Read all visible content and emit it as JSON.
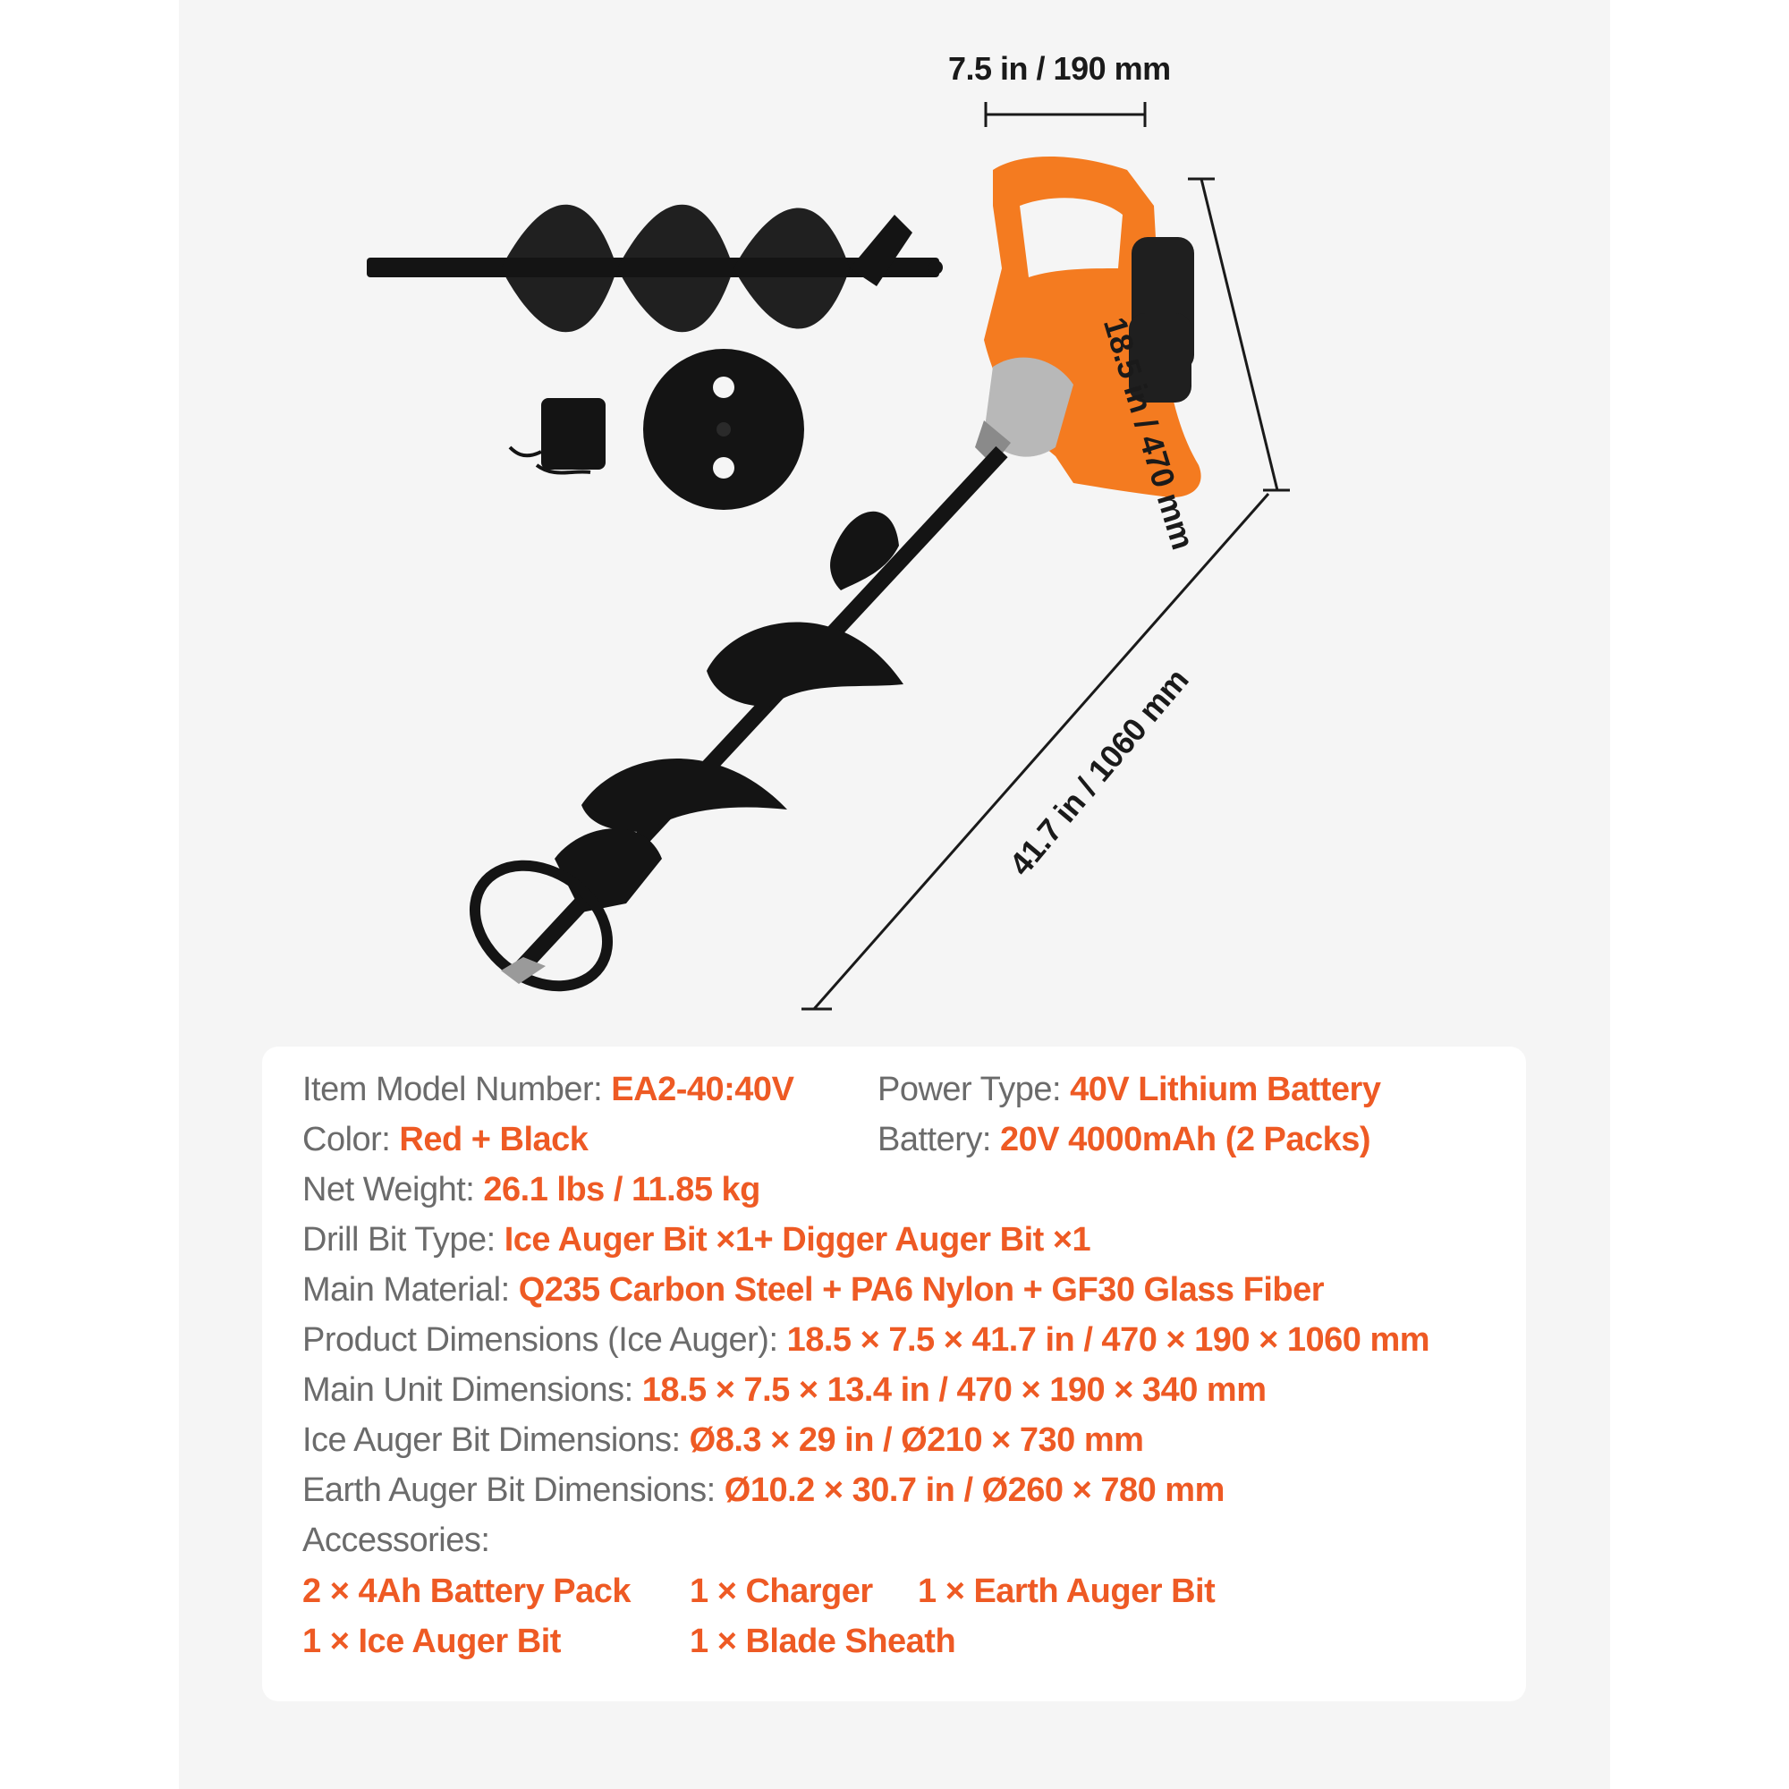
{
  "dimensions": {
    "width_label": "7.5 in / 190 mm",
    "height_label": "18.5 in / 470 mm",
    "length_label": "41.7 in / 1060 mm"
  },
  "specs": [
    {
      "label": "Item Model Number: ",
      "value": "EA2-40:40V"
    },
    {
      "label": "Power Type: ",
      "value": "40V Lithium Battery"
    },
    {
      "label": "Color: ",
      "value": "Red + Black"
    },
    {
      "label": "Battery: ",
      "value": "20V 4000mAh (2 Packs)"
    },
    {
      "label": "Net Weight: ",
      "value": "26.1 lbs / 11.85 kg"
    },
    {
      "label": "Drill Bit Type: ",
      "value": "Ice Auger Bit ×1+ Digger Auger Bit ×1"
    },
    {
      "label": "Main Material: ",
      "value": "Q235 Carbon Steel + PA6 Nylon + GF30 Glass Fiber"
    },
    {
      "label": "Product Dimensions (Ice Auger): ",
      "value": "18.5 × 7.5 × 41.7 in / 470 × 190 × 1060 mm"
    },
    {
      "label": "Main Unit Dimensions: ",
      "value": "18.5 × 7.5 × 13.4 in / 470 × 190 × 340 mm"
    },
    {
      "label": "Ice Auger Bit Dimensions: ",
      "value": "Ø8.3 × 29 in / Ø210 × 730 mm"
    },
    {
      "label": "Earth Auger Bit Dimensions: ",
      "value": "Ø10.2 × 30.7 in / Ø260 × 780 mm"
    }
  ],
  "accessories_label": "Accessories:",
  "accessories": [
    "2 × 4Ah Battery Pack",
    "1 × Charger",
    "1 × Earth Auger Bit",
    "1 × Ice Auger Bit",
    "1 × Blade Sheath"
  ],
  "colors": {
    "accent": "#ee5a24",
    "label_gray": "#6b6b6b",
    "tool_orange": "#f47b20",
    "steel_black": "#141414"
  }
}
